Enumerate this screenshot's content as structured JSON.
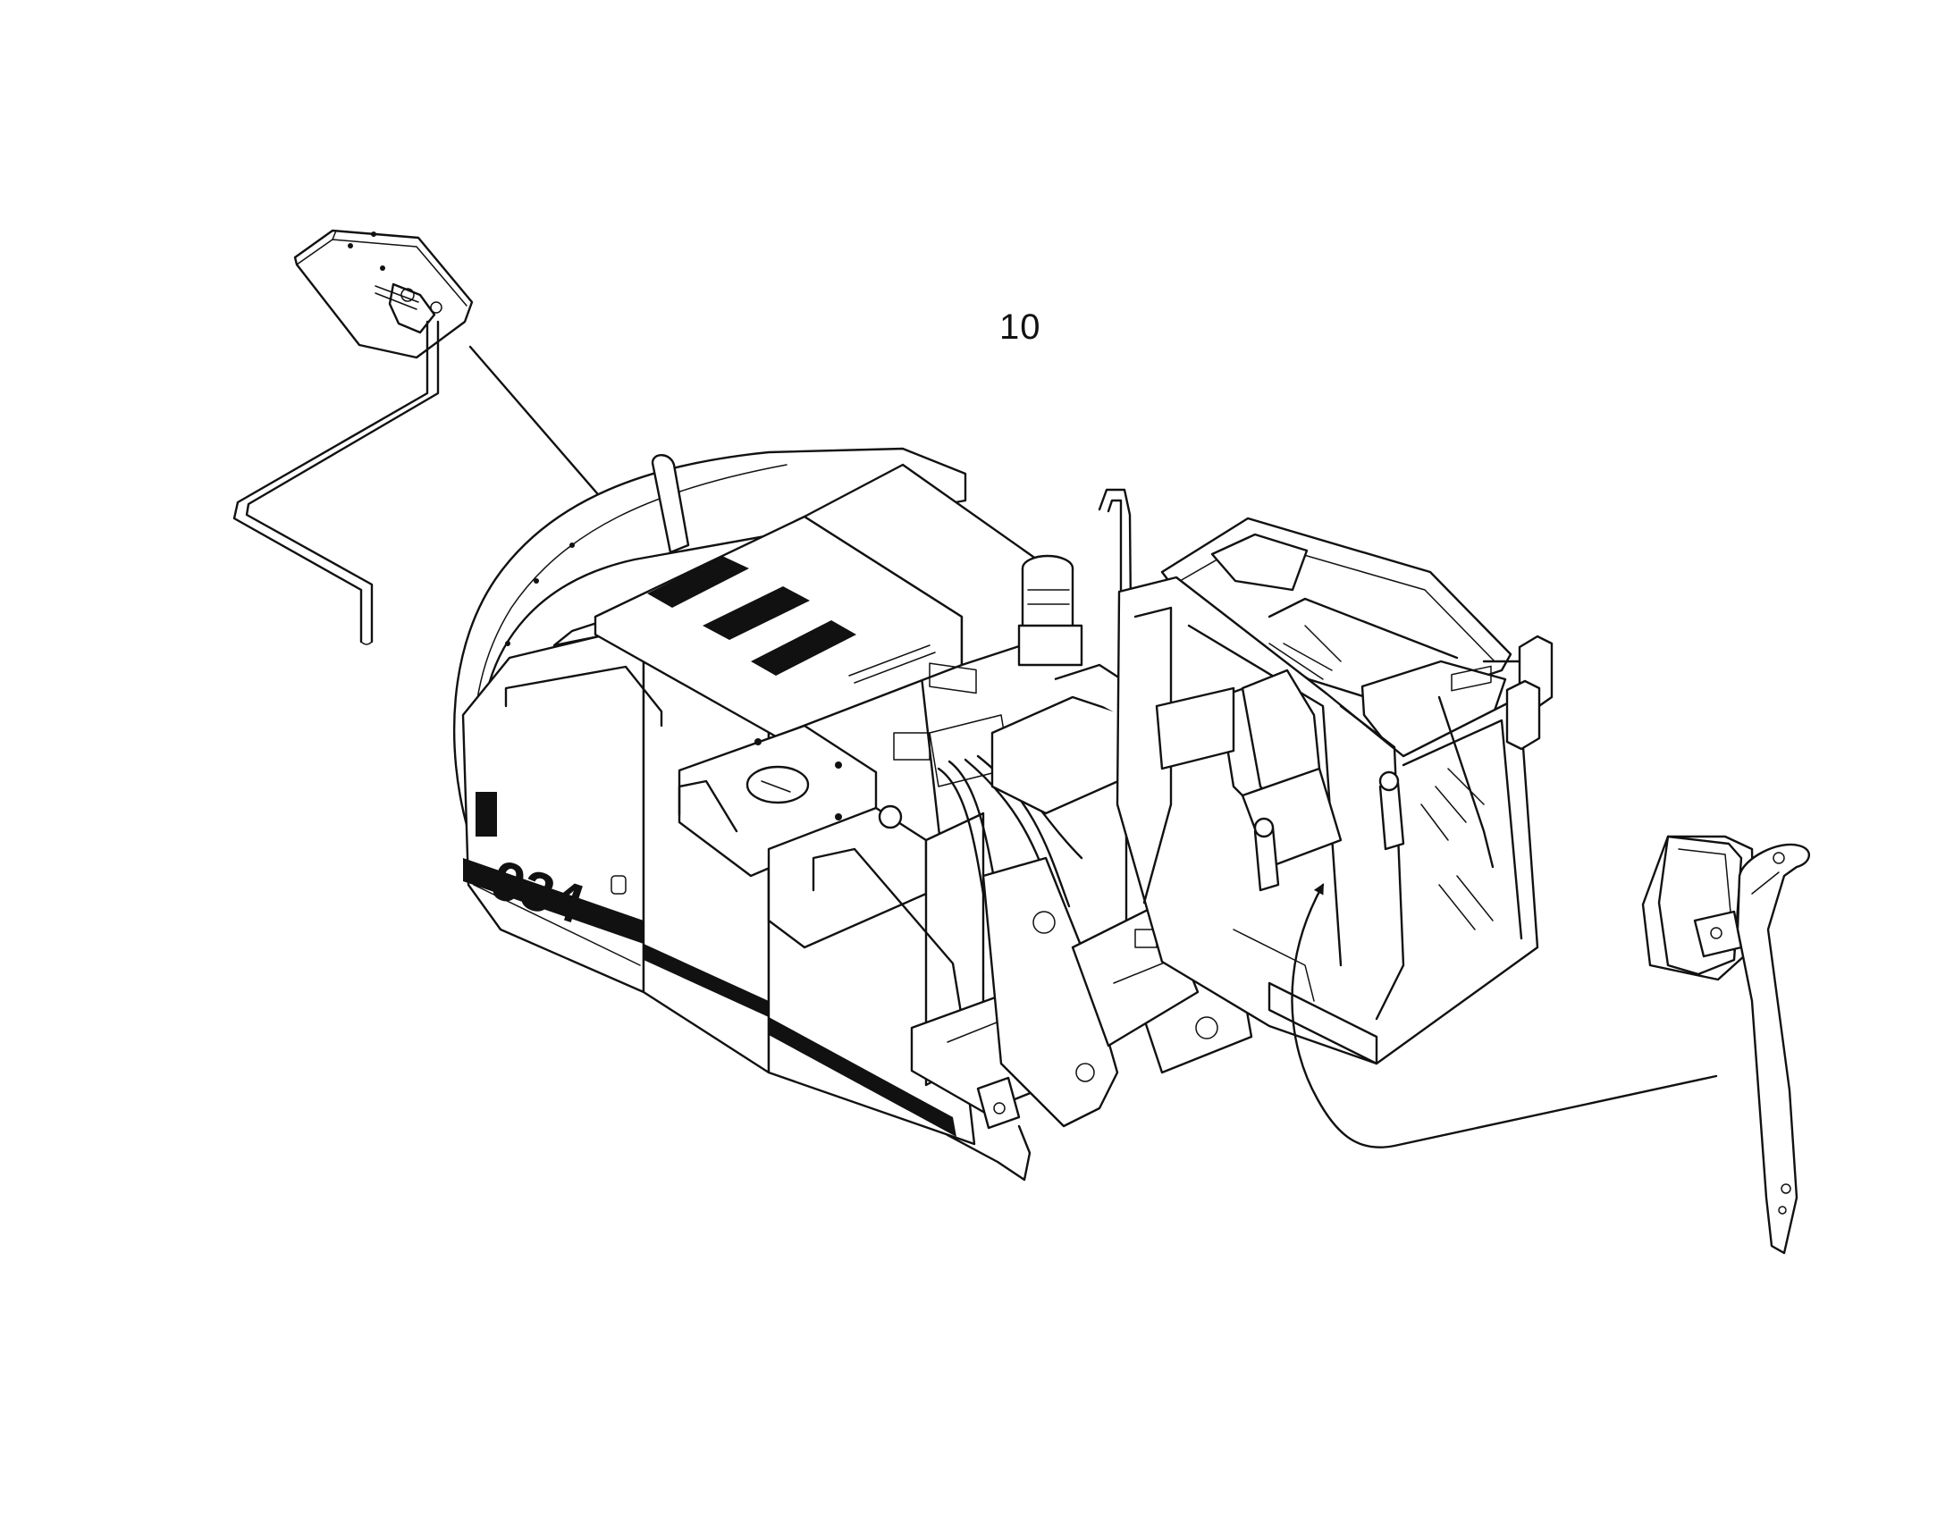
{
  "diagram": {
    "callout_label": "10",
    "model_decal": "934",
    "parts": [
      {
        "name": "left-rear-mirror-assembly"
      },
      {
        "name": "right-front-mirror-assembly"
      },
      {
        "name": "excavator-upper-structure"
      }
    ]
  }
}
